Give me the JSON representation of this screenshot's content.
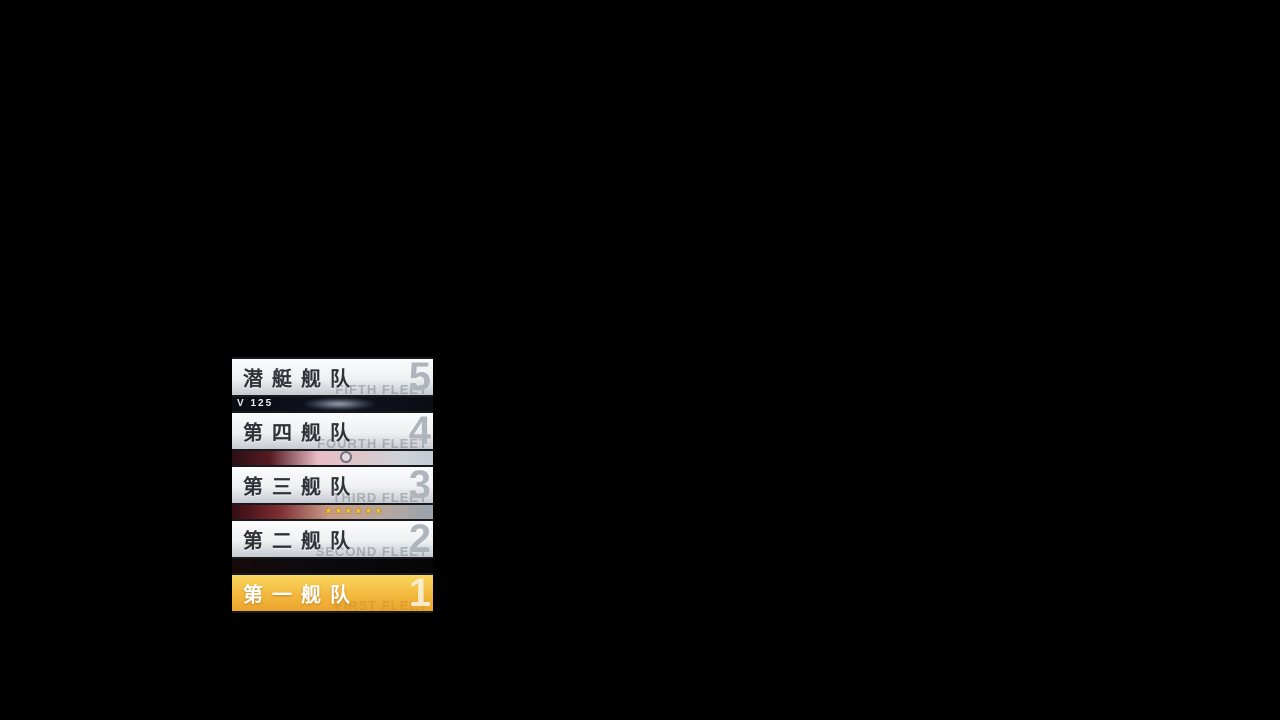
{
  "fleet_menu": {
    "selected_index": 4,
    "items": [
      {
        "label": "潜艇舰队",
        "number": "5",
        "watermark": "FIFTH FLEET"
      },
      {
        "label": "第四舰队",
        "number": "4",
        "watermark": "FOURTH FLEET"
      },
      {
        "label": "第三舰队",
        "number": "3",
        "watermark": "THIRD FLEET"
      },
      {
        "label": "第二舰队",
        "number": "2",
        "watermark": "SECOND FLEET"
      },
      {
        "label": "第一舰队",
        "number": "1",
        "watermark": "FIRST FLEET"
      }
    ]
  },
  "strips": {
    "strip_1_text": "V 125",
    "strip_3_stars": "★★★★★★"
  },
  "colors": {
    "background": "#000000",
    "selected_top": "#f9d75e",
    "selected_bottom": "#eca42e",
    "item_text": "#2f3338",
    "selected_text": "#ffffff",
    "star": "#f2c335"
  }
}
